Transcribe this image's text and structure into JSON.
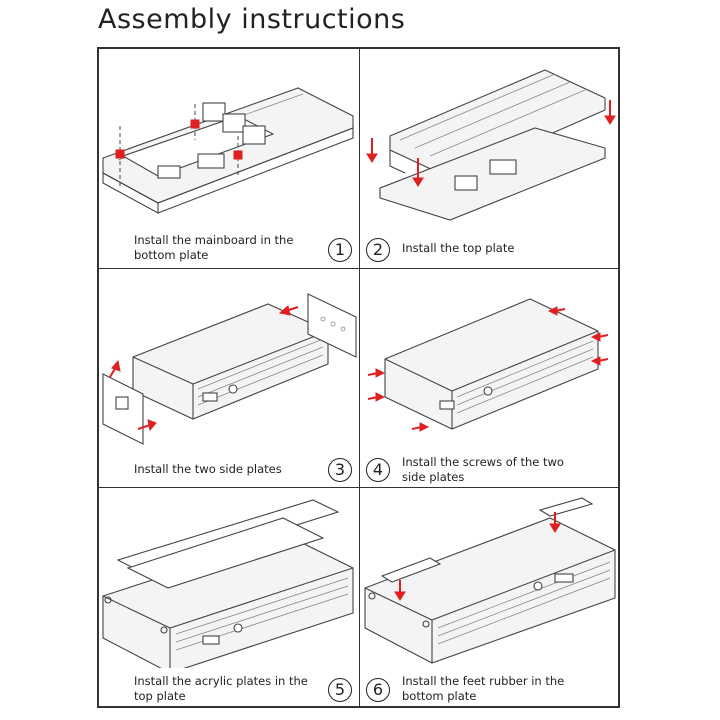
{
  "title": "Assembly instructions",
  "steps": [
    {
      "number": "1",
      "caption_line1": "Install the mainboard in the",
      "caption_line2": "bottom plate"
    },
    {
      "number": "2",
      "caption_line1": "Install the top plate",
      "caption_line2": ""
    },
    {
      "number": "3",
      "caption_line1": "Install the two side plates",
      "caption_line2": ""
    },
    {
      "number": "4",
      "caption_line1": "Install the screws of the two",
      "caption_line2": "side plates"
    },
    {
      "number": "5",
      "caption_line1": "Install the acrylic plates in the",
      "caption_line2": "top plate"
    },
    {
      "number": "6",
      "caption_line1": "Install the feet rubber in the",
      "caption_line2": "bottom plate"
    }
  ],
  "colors": {
    "arrow": "#e02020",
    "border": "#333333"
  }
}
